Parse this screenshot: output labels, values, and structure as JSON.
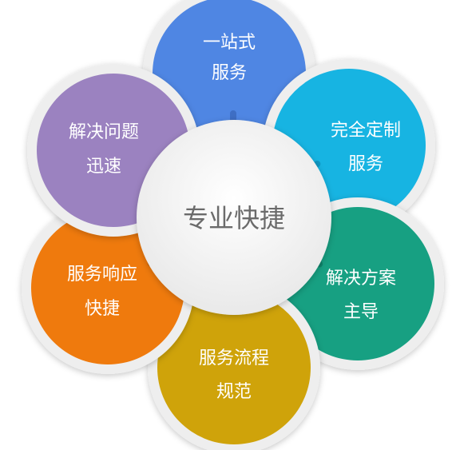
{
  "center": {
    "label": "专业快捷",
    "color": "#f2f2f2"
  },
  "petals": [
    {
      "id": "one-stop",
      "line1": "一站式",
      "line2": "服务",
      "color": "#4f86e3"
    },
    {
      "id": "customized",
      "line1": "完全定制",
      "line2": "服务",
      "color": "#17b4e2"
    },
    {
      "id": "solution-led",
      "line1": "解决方案",
      "line2": "主导",
      "color": "#17a082"
    },
    {
      "id": "process",
      "line1": "服务流程",
      "line2": "规范",
      "color": "#cfa30a"
    },
    {
      "id": "response",
      "line1": "服务响应",
      "line2": "快捷",
      "color": "#ef7a0d"
    },
    {
      "id": "fast-solve",
      "line1": "解决问题",
      "line2": "迅速",
      "color": "#9b82c0"
    }
  ],
  "arrow_icon": "arrow-toward-center-icon"
}
